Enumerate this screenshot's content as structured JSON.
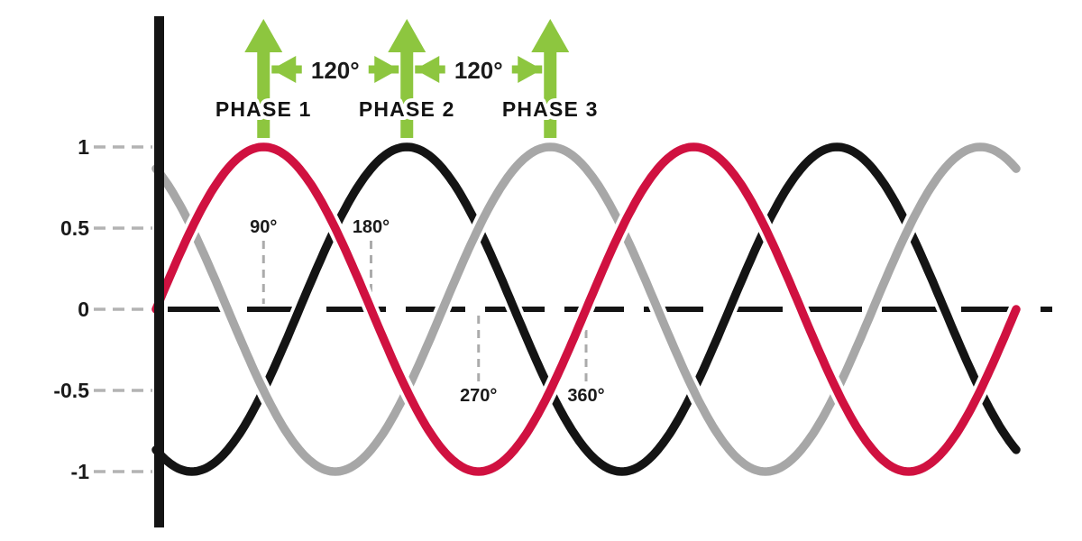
{
  "chart_data": {
    "type": "line",
    "description": "Three-phase AC sine waves separated by 120 degrees",
    "x_axis": {
      "unit": "degrees",
      "domain_deg": [
        0,
        720
      ],
      "period_deg": 360
    },
    "y_axis": {
      "range": [
        -1,
        1
      ],
      "ticks": [
        {
          "label": "1",
          "value": 1
        },
        {
          "label": "0.5",
          "value": 0.5
        },
        {
          "label": "0",
          "value": 0
        },
        {
          "label": "-0.5",
          "value": -0.5
        },
        {
          "label": "-1",
          "value": -1
        }
      ]
    },
    "series": [
      {
        "name": "PHASE 1",
        "color": "#D01140",
        "waveform": "sine",
        "amplitude": 1,
        "phase_deg": 0,
        "peak_deg": 90
      },
      {
        "name": "PHASE 2",
        "color": "#141414",
        "waveform": "sine",
        "amplitude": 1,
        "phase_deg": -120,
        "peak_deg": 210
      },
      {
        "name": "PHASE 3",
        "color": "#A7A7A7",
        "waveform": "sine",
        "amplitude": 1,
        "phase_deg": 120,
        "peak_deg": 330
      }
    ],
    "phase_markers": [
      {
        "label": "PHASE 1",
        "peak_deg": 90
      },
      {
        "label": "PHASE 2",
        "peak_deg": 210
      },
      {
        "label": "PHASE 3",
        "peak_deg": 330
      }
    ],
    "separation_labels": [
      {
        "label": "120°",
        "from_deg": 90,
        "to_deg": 210
      },
      {
        "label": "120°",
        "from_deg": 210,
        "to_deg": 330
      }
    ],
    "degree_markers": [
      {
        "label": "90°",
        "deg": 90,
        "position": "above"
      },
      {
        "label": "180°",
        "deg": 180,
        "position": "above"
      },
      {
        "label": "270°",
        "deg": 270,
        "position": "below"
      },
      {
        "label": "360°",
        "deg": 360,
        "position": "below"
      }
    ],
    "colors": {
      "arrow_green": "#8DC63F",
      "leader_gray": "#B3B3B3",
      "marker_dash_gray": "#ABABAB",
      "axis_black": "#141414",
      "text_black": "#1a1a1a",
      "background": "#ffffff"
    },
    "grid": "dashed leader lines on y ticks, dashed zero line"
  }
}
